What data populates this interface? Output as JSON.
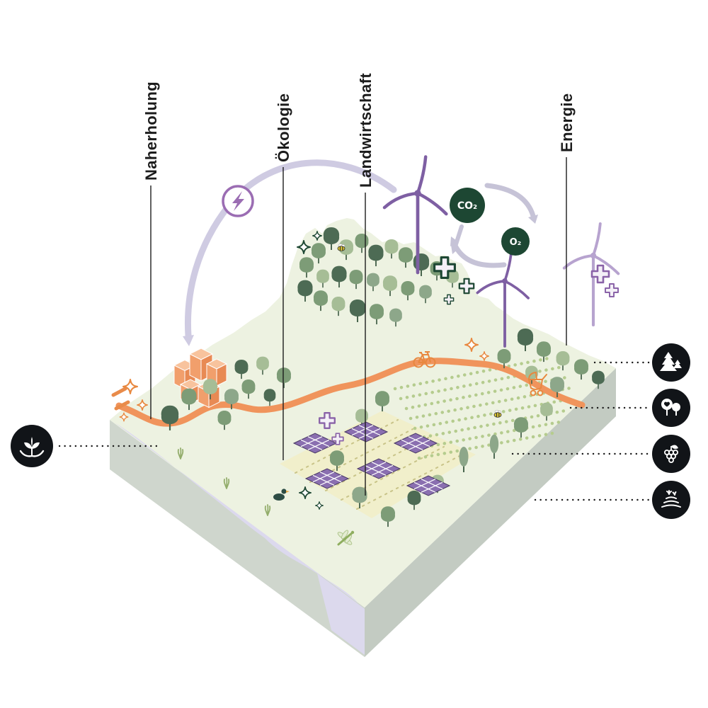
{
  "diagram": {
    "axes": [
      {
        "id": "naherholung",
        "label": "Naherholung"
      },
      {
        "id": "oekologie",
        "label": "Ökologie"
      },
      {
        "id": "landwirtschaft",
        "label": "Landwirtschaft"
      },
      {
        "id": "energie",
        "label": "Energie"
      }
    ],
    "gas_cycle": {
      "co2": "CO₂",
      "o2": "O₂"
    },
    "legend_icons": {
      "left": [
        {
          "name": "hands-plant-icon"
        }
      ],
      "right": [
        {
          "name": "pine-forest-icon"
        },
        {
          "name": "recreation-trees-icon"
        },
        {
          "name": "grapes-icon"
        },
        {
          "name": "farm-field-icon"
        }
      ],
      "on_map": [
        {
          "name": "lightning-icon"
        }
      ]
    },
    "colors": {
      "accent_orange": "#ED8A4E",
      "accent_purple": "#8a63a8",
      "lavender_arrow": "#cfcbe2",
      "dark_green": "#1d4733",
      "terrain_top": "#edf2e1",
      "terrain_side": "#cfd6cd",
      "water": "#dcd9ee",
      "solar_panel": "#8a6fb0",
      "icon_black": "#111418"
    }
  }
}
